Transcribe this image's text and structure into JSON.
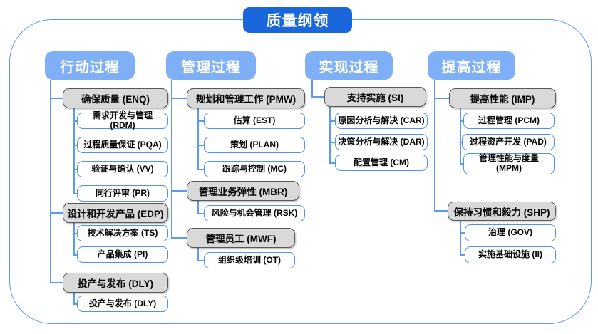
{
  "title": "质量纲领",
  "colors": {
    "title_bg": "#1a66dc",
    "header_bg": "#7faff7",
    "group_fill": "#d9d9d9",
    "group_border": "#595959",
    "leaf_border": "#4e92f5",
    "connector": "#5b9bf5"
  },
  "columns": [
    {
      "header": "行动过程",
      "groups": [
        {
          "label": "确保质量 (ENQ)",
          "children": [
            "需求开发与管理 (RDM)",
            "过程质量保证 (PQA)",
            "验证与确认 (VV)",
            "同行评审 (PR)"
          ]
        },
        {
          "label": "设计和开发产品 (EDP)",
          "children": [
            "技术解决方案 (TS)",
            "产品集成 (PI)"
          ]
        },
        {
          "label": "投产与发布 (DLY)",
          "children": [
            "投产与发布 (DLY)"
          ]
        }
      ]
    },
    {
      "header": "管理过程",
      "groups": [
        {
          "label": "规划和管理工作 (PMW)",
          "children": [
            "估算 (EST)",
            "策划 (PLAN)",
            "跟踪与控制 (MC)"
          ]
        },
        {
          "label": "管理业务弹性 (MBR)",
          "children": [
            "风险与机会管理 (RSK)"
          ]
        },
        {
          "label": "管理员工 (MWF)",
          "children": [
            "组织级培训 (OT)"
          ]
        }
      ]
    },
    {
      "header": "实现过程",
      "groups": [
        {
          "label": "支持实施 (SI)",
          "children": [
            "原因分析与解决 (CAR)",
            "决策分析与解决 (DAR)",
            "配置管理 (CM)"
          ]
        }
      ]
    },
    {
      "header": "提高过程",
      "groups": [
        {
          "label": "提高性能 (IMP)",
          "children": [
            "过程管理 (PCM)",
            "过程资产开发 (PAD)",
            "管理性能与度量 (MPM)"
          ]
        },
        {
          "label": "保持习惯和毅力 (SHP)",
          "children": [
            "治理 (GOV)",
            "实施基础设施 (II)"
          ]
        }
      ]
    }
  ]
}
